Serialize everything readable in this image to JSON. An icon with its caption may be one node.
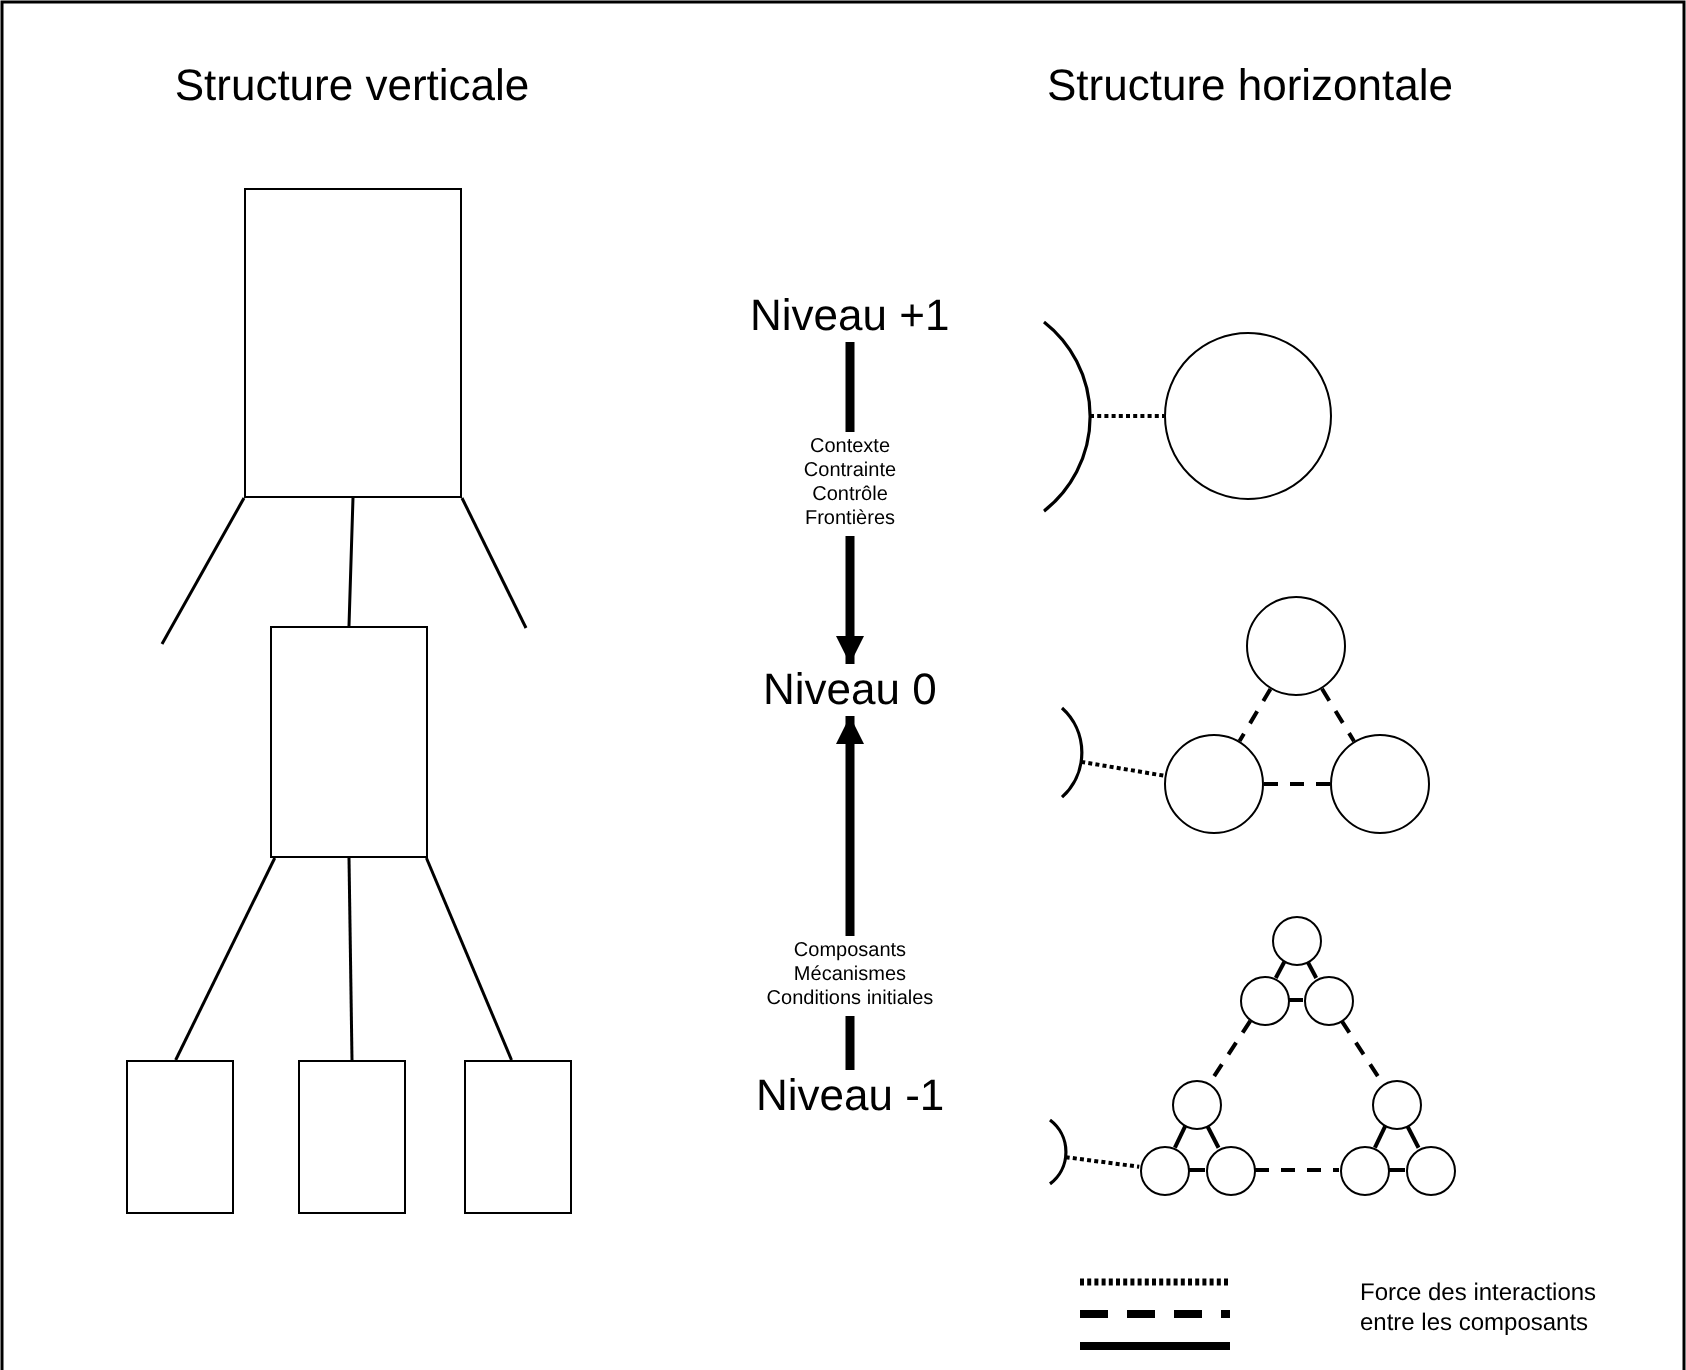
{
  "diagram": {
    "nodes": [
      {
        "text": [],
        "shape": "box"
      },
      {
        "text": [],
        "shape": "box"
      },
      {
        "text": [],
        "shape": "box"
      },
      {
        "text": [],
        "shape": "box"
      },
      {
        "text": [],
        "shape": "box"
      },
      {
        "text": [
          "Niveau +1"
        ]
      },
      {
        "text": [
          "Niveau 0"
        ]
      },
      {
        "text": [
          "Niveau -1"
        ]
      },
      {
        "text": [],
        "shape": "arc"
      },
      {
        "text": [],
        "shape": "circle"
      },
      {
        "text": [],
        "shape": "arc"
      },
      {
        "text": [],
        "shape": "circle"
      },
      {
        "text": [],
        "shape": "circle"
      },
      {
        "text": [],
        "shape": "circle"
      },
      {
        "text": [],
        "shape": "arc"
      },
      {
        "text": [],
        "shape": "circle"
      },
      {
        "text": [],
        "shape": "circle"
      },
      {
        "text": [],
        "shape": "circle"
      },
      {
        "text": [],
        "shape": "circle"
      },
      {
        "text": [],
        "shape": "circle"
      },
      {
        "text": [],
        "shape": "circle"
      },
      {
        "text": [],
        "shape": "circle"
      },
      {
        "text": [],
        "shape": "circle"
      },
      {
        "text": [],
        "shape": "circle"
      }
    ],
    "edges": [
      {
        "from": 0,
        "to": 1,
        "arrow": "none"
      },
      {
        "from": 1,
        "to": 2,
        "arrow": "none"
      },
      {
        "from": 1,
        "to": 3,
        "arrow": "none"
      },
      {
        "from": 1,
        "to": 4,
        "arrow": "none"
      },
      {
        "from": 0,
        "to": null,
        "arrow": "none"
      },
      {
        "from": 0,
        "to": null,
        "arrow": "none"
      },
      {
        "from": 5,
        "to": 6,
        "arrow": "to",
        "style": "thick",
        "label": "Contexte Contrainte Contrôle Frontières"
      },
      {
        "from": 7,
        "to": 6,
        "arrow": "to",
        "style": "thick",
        "label": "Composants Mécanismes Conditions initiales"
      },
      {
        "from": 8,
        "to": 9,
        "arrow": "none",
        "style": "dashed"
      },
      {
        "from": 10,
        "to": 12,
        "arrow": "none",
        "style": "dashed"
      },
      {
        "from": 11,
        "to": 12,
        "arrow": "none",
        "style": "dashed"
      },
      {
        "from": 11,
        "to": 13,
        "arrow": "none",
        "style": "dashed"
      },
      {
        "from": 12,
        "to": 13,
        "arrow": "none",
        "style": "dashed"
      },
      {
        "from": 14,
        "to": 19,
        "arrow": "none",
        "style": "dashed"
      },
      {
        "from": 15,
        "to": 16,
        "arrow": "none"
      },
      {
        "from": 15,
        "to": 17,
        "arrow": "none"
      },
      {
        "from": 16,
        "to": 17,
        "arrow": "none"
      },
      {
        "from": 18,
        "to": 19,
        "arrow": "none"
      },
      {
        "from": 18,
        "to": 20,
        "arrow": "none"
      },
      {
        "from": 19,
        "to": 20,
        "arrow": "none"
      },
      {
        "from": 21,
        "to": 22,
        "arrow": "none"
      },
      {
        "from": 21,
        "to": 23,
        "arrow": "none"
      },
      {
        "from": 22,
        "to": 23,
        "arrow": "none"
      },
      {
        "from": 16,
        "to": 18,
        "arrow": "none",
        "style": "dashed"
      },
      {
        "from": 17,
        "to": 21,
        "arrow": "none",
        "style": "dashed"
      },
      {
        "from": 20,
        "to": 22,
        "arrow": "none",
        "style": "dashed"
      }
    ],
    "labels": [
      "Structure verticale",
      "Structure horizontale"
    ],
    "legend": [
      {
        "text": "Force des interactions entre les composants"
      }
    ]
  }
}
